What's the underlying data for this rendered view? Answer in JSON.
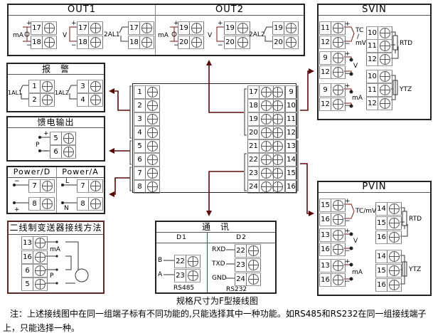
{
  "out": {
    "title1": "OUT1",
    "title2": "OUT2",
    "out1": {
      "ma": {
        "label": "mA",
        "plus": "+",
        "minus": "−",
        "t": [
          "17",
          "18"
        ]
      },
      "v": {
        "label": "V",
        "plus": "+",
        "minus": "−",
        "t": [
          "17",
          "18"
        ]
      },
      "al": {
        "label": "2AL1",
        "t": [
          "17",
          "18"
        ]
      }
    },
    "out2": {
      "ma": {
        "label": "mA",
        "plus": "+",
        "minus": "−",
        "t": [
          "19",
          "20"
        ]
      },
      "v": {
        "label": "V",
        "plus": "+",
        "minus": "−",
        "t": [
          "19",
          "20"
        ]
      },
      "al": {
        "label": "2AL2",
        "t": [
          "19",
          "20"
        ]
      }
    }
  },
  "alarm": {
    "title": "报　警",
    "al1": {
      "label": "1AL1",
      "t": [
        "1",
        "2"
      ]
    },
    "al2": {
      "label": "1AL2",
      "t": [
        "3",
        "4"
      ]
    }
  },
  "feed": {
    "title": "馈电输出",
    "label": "P",
    "plus": "+",
    "minus": "−",
    "t": [
      "5",
      "6"
    ]
  },
  "power": {
    "d": {
      "title": "Power/D",
      "minus": "−",
      "plus": "+",
      "t": [
        "7",
        "8"
      ]
    },
    "a": {
      "title": "Power/A",
      "l": "L",
      "n": "N",
      "t": [
        "7",
        "8"
      ]
    }
  },
  "two_wire": {
    "title": "二线制变送器接线方法",
    "ma": "mA",
    "p": "P",
    "t": [
      "13",
      "16",
      "6",
      "5"
    ]
  },
  "main_block": {
    "left": [
      "1",
      "2",
      "3",
      "4",
      "5",
      "6",
      "7",
      "8"
    ],
    "right_inner": [
      "17",
      "18",
      "19",
      "20",
      "21",
      "22",
      "23",
      "24"
    ],
    "right_outer": [
      "9",
      "10",
      "11",
      "12",
      "13",
      "14",
      "15",
      "16"
    ]
  },
  "comm": {
    "title": "通　讯",
    "d1": {
      "title": "D1",
      "b": "B",
      "a": "A",
      "t": [
        "22",
        "23"
      ],
      "caption": "RS485"
    },
    "d2": {
      "title": "D2",
      "rxd": "RXD",
      "txd": "TXD",
      "gnd": "GND",
      "t": [
        "22",
        "23",
        "24"
      ],
      "caption": "RS232"
    }
  },
  "svin": {
    "title": "SVIN",
    "tc": {
      "t": [
        "11",
        "12"
      ],
      "label1": "TC",
      "label2": "/",
      "label3": "mV",
      "plus": "+",
      "minus": "−"
    },
    "v": {
      "t": [
        "9",
        "12"
      ],
      "label": "V",
      "plus": "+",
      "minus": "−"
    },
    "ma": {
      "t": [
        "9",
        "12"
      ],
      "label": "mA",
      "plus": "+",
      "minus": "−"
    },
    "rtd": {
      "t": [
        "10",
        "11",
        "12"
      ],
      "label": "RTD"
    },
    "ytz": {
      "t": [
        "10",
        "11",
        "12"
      ],
      "label": "YTZ"
    }
  },
  "pvin": {
    "title": "PVIN",
    "tc": {
      "t": [
        "15",
        "16"
      ],
      "label": "TC/mV",
      "plus": "+",
      "minus": "−"
    },
    "v": {
      "t": [
        "13",
        "16"
      ],
      "label": "V",
      "plus": "+",
      "minus": "−"
    },
    "ma": {
      "t": [
        "13",
        "16"
      ],
      "label": "mA",
      "plus": "+",
      "minus": "−"
    },
    "rtd": {
      "t": [
        "14",
        "15",
        "16"
      ],
      "label": "RTD"
    },
    "ytz": {
      "t": [
        "14",
        "15",
        "16"
      ],
      "label": "YTZ"
    }
  },
  "caption": "规格尺寸为F型接线图",
  "note": {
    "line1": "注：上述接线图中在同一组端子标有不同功能的,只能选择其中一种功能。如RS485和RS232在同一组接线端子",
    "line2": "上，只能选择一种。"
  },
  "colors": {
    "arrow": "#5a0a0a",
    "wire": "#7a1a1a",
    "border": "#222222"
  }
}
